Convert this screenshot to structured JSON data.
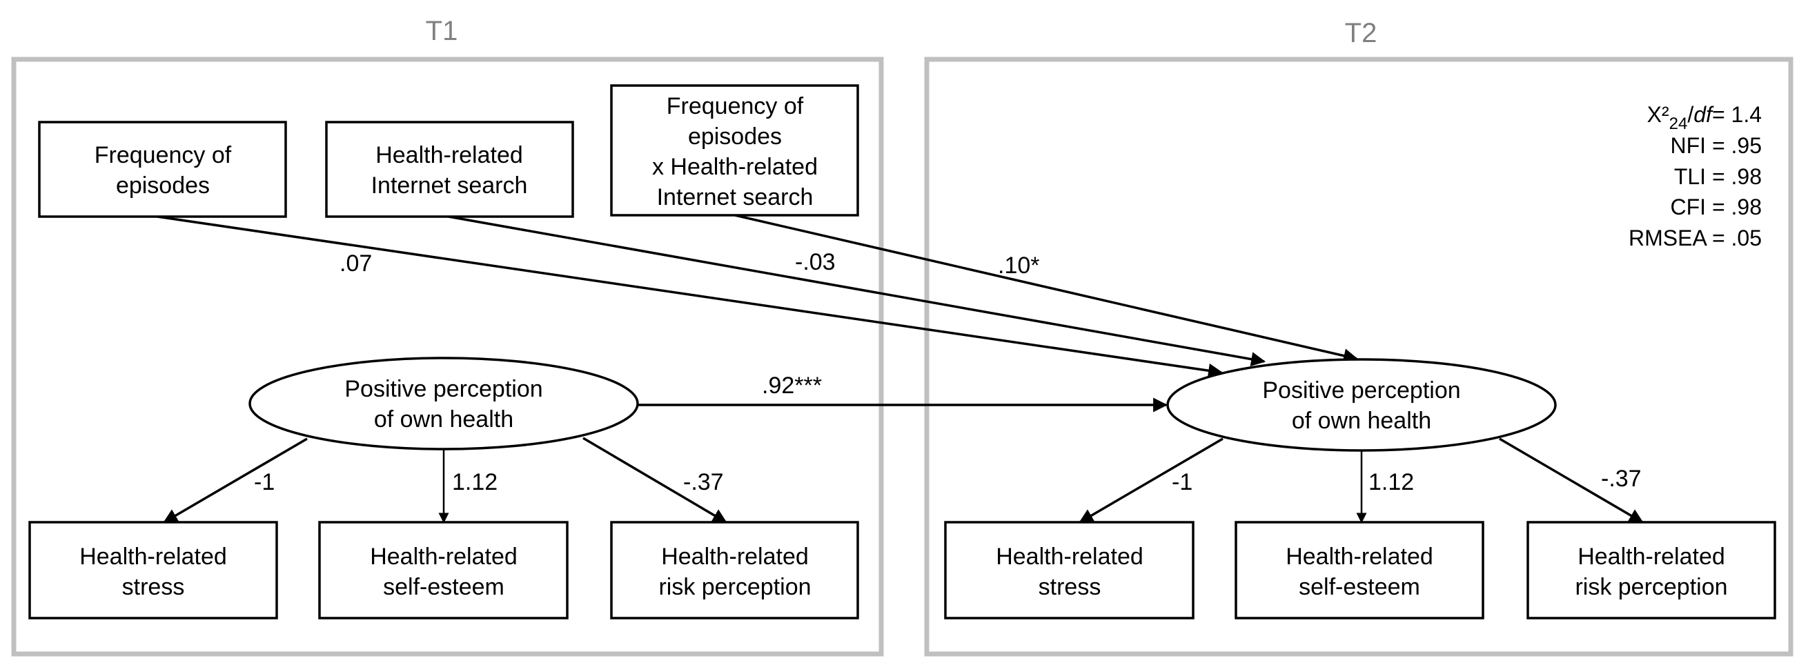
{
  "panels": [
    {
      "id": "T1",
      "label": "T1"
    },
    {
      "id": "T2",
      "label": "T2"
    }
  ],
  "predictors": [
    {
      "id": "freq",
      "lines": [
        "Frequency of",
        "episodes"
      ]
    },
    {
      "id": "search",
      "lines": [
        "Health-related",
        "Internet search"
      ]
    },
    {
      "id": "inter",
      "lines": [
        "Frequency of",
        "episodes",
        "x Health-related",
        "Internet search"
      ]
    }
  ],
  "latent": {
    "lines": [
      "Positive perception",
      "of own health"
    ]
  },
  "indicators": [
    {
      "id": "stress",
      "lines": [
        "Health-related",
        "stress"
      ],
      "loading": "-1"
    },
    {
      "id": "esteem",
      "lines": [
        "Health-related",
        "self-esteem"
      ],
      "loading": "1.12"
    },
    {
      "id": "risk",
      "lines": [
        "Health-related",
        "risk perception"
      ],
      "loading": "-.37"
    }
  ],
  "paths": [
    {
      "from": "freq",
      "to": "latent_T2",
      "coef": ".07"
    },
    {
      "from": "search",
      "to": "latent_T2",
      "coef": "-.03"
    },
    {
      "from": "inter",
      "to": "latent_T2",
      "coef": ".10*"
    },
    {
      "from": "latent_T1",
      "to": "latent_T2",
      "coef": ".92***"
    }
  ],
  "fit_indices": {
    "chi": {
      "base": "X²",
      "sub": "24",
      "slash": "/",
      "df": "df",
      "value": "= 1.4"
    },
    "nfi": "NFI = .95",
    "tli": "TLI = .98",
    "cfi": "CFI = .98",
    "rmsea": "RMSEA = .05"
  },
  "colors": {
    "panel_border": "#c0c0c0",
    "panel_label": "#808080",
    "stroke": "#000000"
  }
}
